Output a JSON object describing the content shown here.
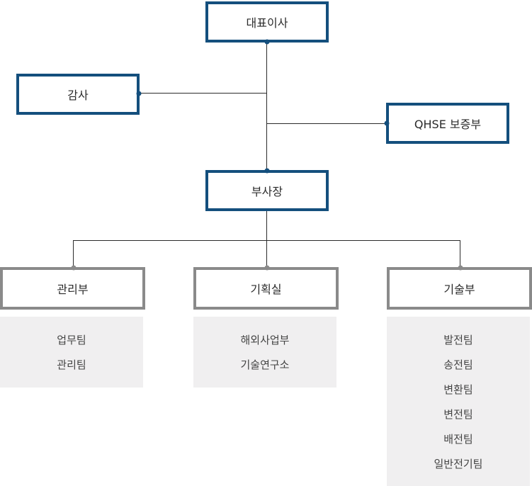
{
  "ceo": "대표이사",
  "audit": "감사",
  "qhse": "QHSE 보증부",
  "vp": "부사장",
  "departments": [
    {
      "name": "관리부",
      "teams": [
        "업무팀",
        "관리팀"
      ]
    },
    {
      "name": "기획실",
      "teams": [
        "해외사업부",
        "기술연구소"
      ]
    },
    {
      "name": "기술부",
      "teams": [
        "발전팀",
        "송전팀",
        "변환팀",
        "변전팀",
        "배전팀",
        "일반전기팀"
      ]
    }
  ]
}
